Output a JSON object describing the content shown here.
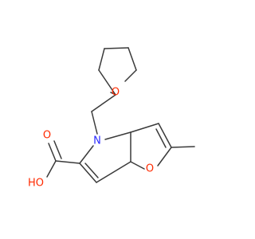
{
  "atoms": {
    "ring_oxygen_thf": {
      "text": "O",
      "color": "#ff2a00"
    },
    "nitrogen": {
      "text": "N",
      "color": "#2b2bff"
    },
    "furan_oxygen": {
      "text": "O",
      "color": "#ff2a00"
    },
    "carbonyl_oxygen": {
      "text": "O",
      "color": "#ff2a00"
    },
    "hydroxyl": {
      "text": "HO",
      "color": "#ff2a00"
    }
  },
  "colors": {
    "bond": "#3a3a3a",
    "background": "#ffffff"
  }
}
